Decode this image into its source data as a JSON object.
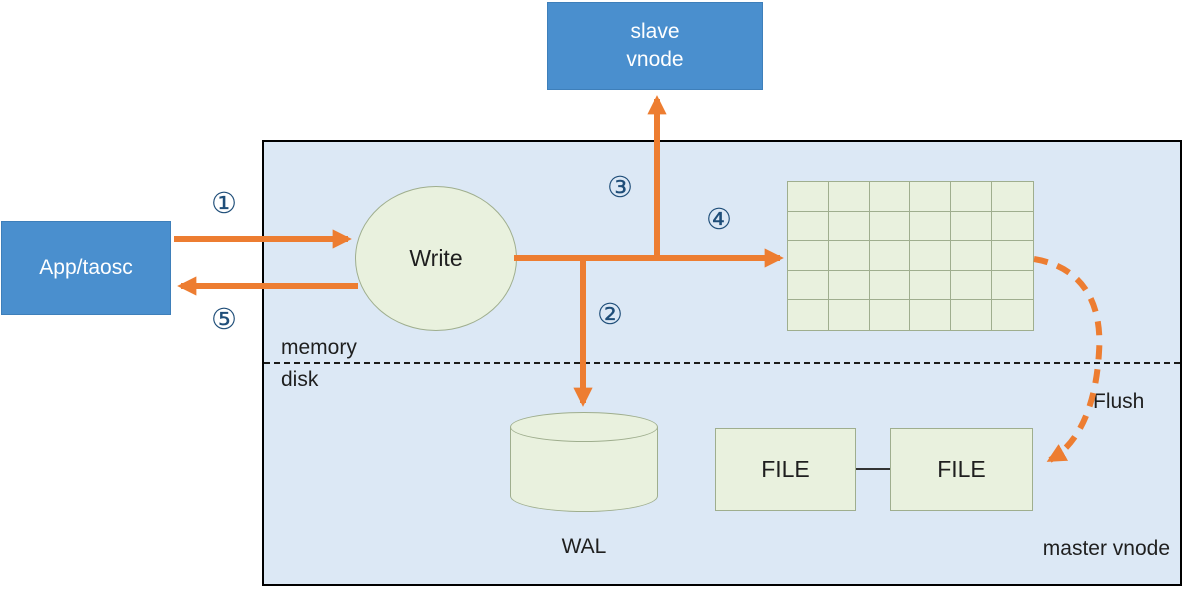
{
  "colors": {
    "blue_fill": "#4a8fce",
    "blue_border": "#3e7fba",
    "container_fill": "#dce8f5",
    "green_fill": "#e9f1de",
    "green_border": "#9fae8e",
    "grid_line": "#9fae8e",
    "arrow": "#ed7d31",
    "step": "#1f4e79",
    "text": "#1f1f1f",
    "white_text": "#ffffff"
  },
  "nodes": {
    "slave_vnode": {
      "line1": "slave",
      "line2": "vnode"
    },
    "app_taosc": {
      "label": "App/taosc"
    },
    "write": {
      "label": "Write"
    },
    "wal": {
      "label": "WAL"
    },
    "file_left": {
      "label": "FILE"
    },
    "file_right": {
      "label": "FILE"
    }
  },
  "labels": {
    "memory": "memory",
    "disk": "disk",
    "flush": "Flush",
    "master_vnode": "master vnode"
  },
  "steps": {
    "one": "①",
    "two": "②",
    "three": "③",
    "four": "④",
    "five": "⑤"
  },
  "grid": {
    "rows": 5,
    "cols": 6
  }
}
